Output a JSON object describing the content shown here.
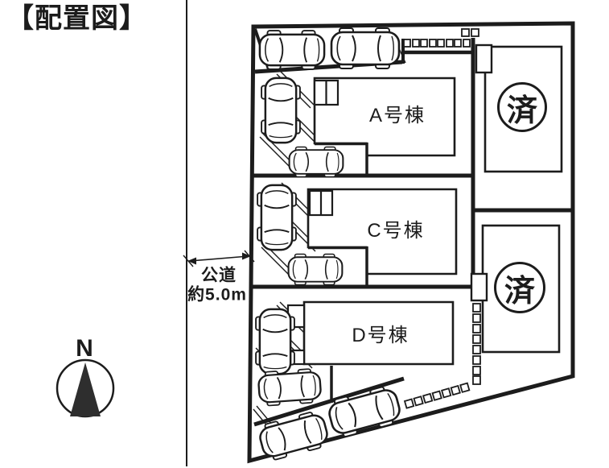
{
  "title": "【配置図】",
  "road": {
    "name": "公道",
    "width_label": "約5.0m"
  },
  "compass": {
    "north_label": "N"
  },
  "buildings": [
    {
      "id": "A",
      "label": "A号棟"
    },
    {
      "id": "C",
      "label": "C号棟"
    },
    {
      "id": "D",
      "label": "D号棟"
    }
  ],
  "sold_stamps": [
    {
      "location": "upper-right-lot",
      "label": "済"
    },
    {
      "location": "lower-right-lot",
      "label": "済"
    }
  ],
  "colors": {
    "ink": "#1c1c1c",
    "paper": "#ffffff"
  }
}
